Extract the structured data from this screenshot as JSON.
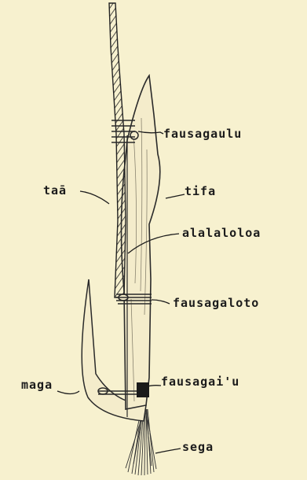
{
  "labels": {
    "fausagaulu": "fausagaulu",
    "taa": "taā",
    "tifa": "tifa",
    "alalaloloa": "alalaloloa",
    "fausagaloto": "fausagaloto",
    "maga": "maga",
    "fausagaiu": "fausagai'u",
    "sega": "sega"
  },
  "colors": {
    "paper": "#f7f1cf",
    "ink": "#1c1c1c"
  }
}
